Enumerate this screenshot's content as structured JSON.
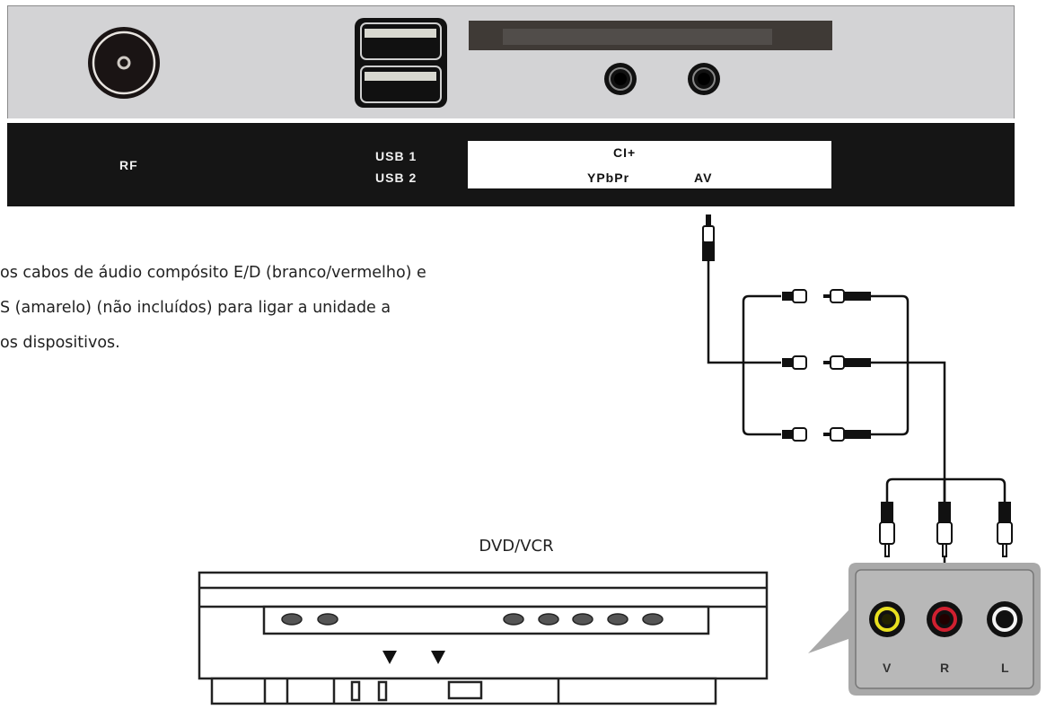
{
  "tv_panel": {
    "ports": [
      {
        "id": "rf",
        "label": "RF",
        "icon": "coax-antenna-connector-icon"
      },
      {
        "id": "usb",
        "labels": [
          "USB 1",
          "USB 2"
        ],
        "icon": "usb-port-icon"
      },
      {
        "id": "ci",
        "label": "CI+",
        "icon": "ci-slot-icon"
      },
      {
        "id": "ypbpr",
        "label": "YPbPr",
        "icon": "mini-jack-icon"
      },
      {
        "id": "av",
        "label": "AV",
        "icon": "mini-jack-icon"
      }
    ],
    "colors": {
      "panel": "#d3d3d5",
      "band": "#151515",
      "label_box": "#ffffff"
    }
  },
  "description": {
    "lines": [
      "os cabos de áudio compósito E/D (branco/vermelho) e",
      "S (amarelo) (não incluídos) para ligar a unidade a",
      "os dispositivos."
    ]
  },
  "device": {
    "label": "DVD/VCR"
  },
  "av_panel": {
    "jacks": [
      {
        "label": "V",
        "color": "#e8e020"
      },
      {
        "label": "R",
        "color": "#d02030"
      },
      {
        "label": "L",
        "color": "#f4f4f4"
      }
    ],
    "panel_color": "#a9a9a9"
  }
}
